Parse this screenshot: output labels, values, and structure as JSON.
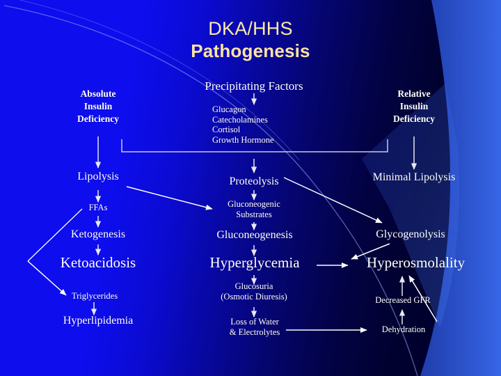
{
  "slide": {
    "title_line1": "DKA/HHS",
    "title_line2": "Pathogenesis",
    "title_color": "#fde9a8",
    "background_colors": {
      "left": "#0d0ded",
      "right": "#000026",
      "accent_wedge": "#2f5fe0"
    },
    "text_color": "#ffffff"
  },
  "nodes": {
    "absolute_insulin_deficiency": "Absolute\nInsulin\nDeficiency",
    "relative_insulin_deficiency": "Relative\nInsulin\nDeficiency",
    "precipitating_factors": "Precipitating Factors",
    "precipitating_list": "Glucagon\nCatecholamines\nCortisol\nGrowth Hormone",
    "lipolysis": "Lipolysis",
    "minimal_lipolysis": "Minimal Lipolysis",
    "proteolysis": "Proteolysis",
    "ffas": "FFAs",
    "gluconeogenic_substrates": "Gluconeogenic\nSubstrates",
    "ketogenesis": "Ketogenesis",
    "gluconeogenesis": "Gluconeogenesis",
    "glycogenolysis": "Glycogenolysis",
    "ketoacidosis": "Ketoacidosis",
    "hyperglycemia": "Hyperglycemia",
    "hyperosmolality": "Hyperosmolality",
    "triglycerides": "Triglycerides",
    "glucosuria": "Glucosuria\n(Osmotic Diuresis)",
    "decreased_gfr": "Decreased GFR",
    "hyperlipidemia": "Hyperlipidemia",
    "loss_of_water": "Loss of Water\n& Electrolytes",
    "dehydration": "Dehydration"
  }
}
